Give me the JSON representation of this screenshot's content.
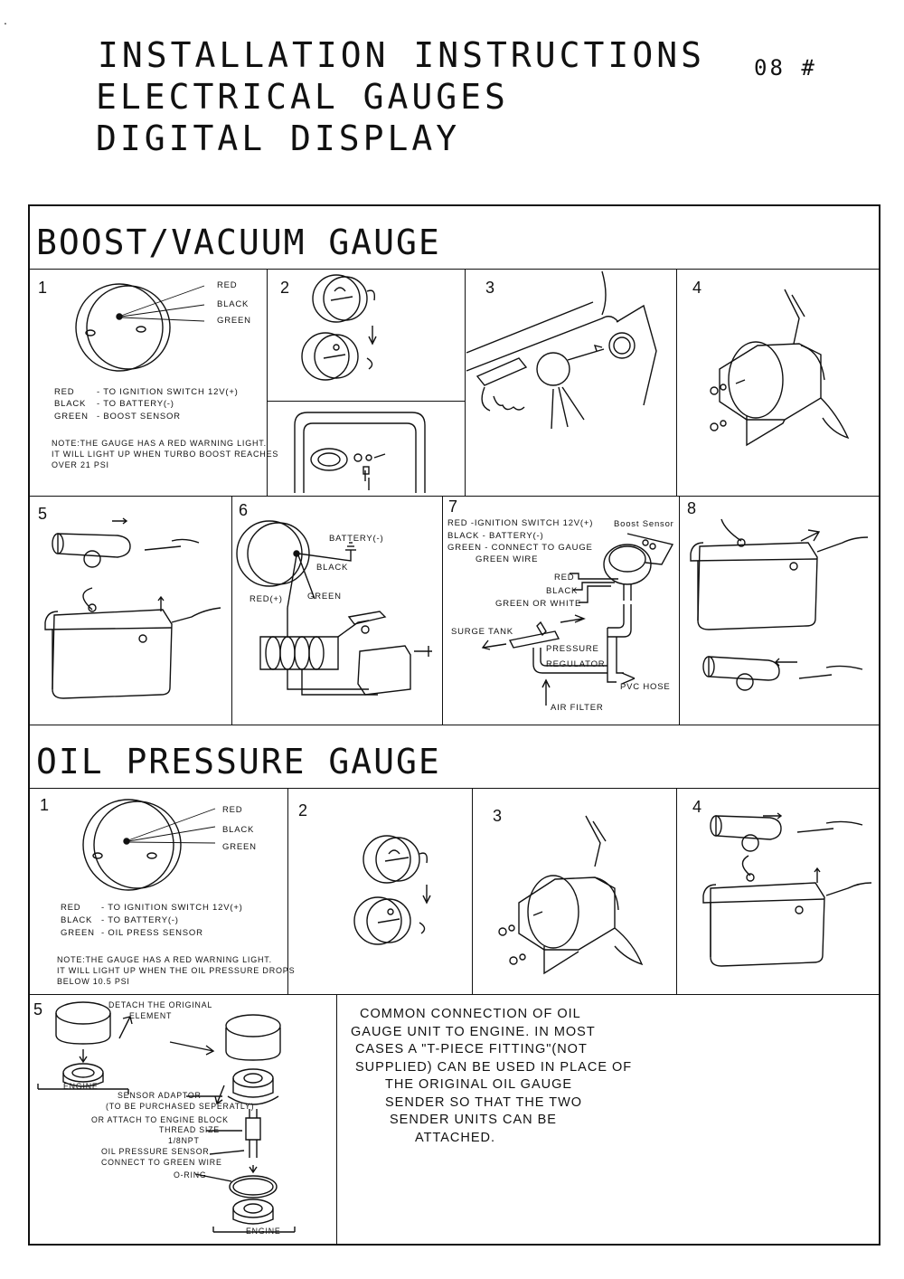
{
  "corner_mark": ".",
  "header": {
    "line1": "INSTALLATION   INSTRUCTIONS",
    "line2": "ELECTRICAL   GAUGES",
    "line3": "DIGITAL  DISPLAY",
    "page_number": "08 #"
  },
  "boost": {
    "title": "BOOST/VACUUM GAUGE",
    "step1": {
      "num": "1",
      "wire_labels": [
        "RED",
        "BLACK",
        "GREEN"
      ],
      "legend": [
        {
          "color": "RED",
          "desc": "- TO IGNITION SWITCH 12V(+)"
        },
        {
          "color": "BLACK",
          "desc": "- TO BATTERY(-)"
        },
        {
          "color": "GREEN",
          "desc": "- BOOST SENSOR"
        }
      ],
      "note": [
        "NOTE:THE GAUGE HAS A RED WARNING LIGHT.",
        "IT WILL LIGHT UP WHEN TURBO BOOST REACHES",
        "OVER 21 PSI"
      ]
    },
    "step2": {
      "num": "2"
    },
    "step3": {
      "num": "3"
    },
    "step4": {
      "num": "4"
    },
    "step5": {
      "num": "5"
    },
    "step6": {
      "num": "6",
      "battery": "BATTERY(-)",
      "black": "BLACK",
      "red": "RED(+)",
      "green": "GREEN"
    },
    "step7": {
      "num": "7",
      "lines": [
        "RED -IGNITION SWITCH 12V(+)",
        "BLACK -  BATTERY(-)",
        "GREEN - CONNECT TO GAUGE",
        "GREEN WIRE"
      ],
      "boost_sensor": "Boost Sensor",
      "red": "RED",
      "black": "BLACK",
      "green_white": "GREEN OR WHITE",
      "surge_tank": "SURGE TANK",
      "pressure": "PRESSURE",
      "regulator": "REGULATOR",
      "pvc_hose": "PVC HOSE",
      "air_filter": "AIR FILTER"
    },
    "step8": {
      "num": "8"
    }
  },
  "oil": {
    "title": "OIL PRESSURE GAUGE",
    "step1": {
      "num": "1",
      "wire_labels": [
        "RED",
        "BLACK",
        "GREEN"
      ],
      "legend": [
        {
          "color": "RED",
          "desc": "- TO IGNITION SWITCH 12V(+)"
        },
        {
          "color": "BLACK",
          "desc": "- TO BATTERY(-)"
        },
        {
          "color": "GREEN",
          "desc": "- OIL PRESS SENSOR"
        }
      ],
      "note": [
        "NOTE:THE GAUGE HAS A RED WARNING LIGHT.",
        "IT WILL LIGHT UP WHEN THE OIL PRESSURE DROPS",
        "BELOW 10.5 PSI"
      ]
    },
    "step2": {
      "num": "2"
    },
    "step3": {
      "num": "3"
    },
    "step4": {
      "num": "4"
    },
    "step5": {
      "num": "5",
      "detach1": "DETACH THE ORIGINAL",
      "detach2": "ELEMENT",
      "engine": "ENGINE",
      "adaptor1": "SENSOR ADAPTOR",
      "adaptor2": "(TO BE PURCHASED SEPERATLY)",
      "attach": "OR ATTACH TO ENGINE BLOCK",
      "thread1": "THREAD SIZE",
      "thread2": "1/8NPT",
      "sensor1": "OIL PRESSURE SENSOR",
      "sensor2": "CONNECT TO GREEN WIRE",
      "oring": "O-RING",
      "engine2": "ENGINE"
    },
    "common": [
      "COMMON CONNECTION OF OIL",
      "GAUGE UNIT TO ENGINE. IN MOST",
      "CASES A \"T-PIECE FITTING\"(NOT",
      "SUPPLIED) CAN BE USED IN PLACE OF",
      "THE ORIGINAL OIL GAUGE",
      "SENDER SO THAT THE TWO",
      "SENDER UNITS CAN BE",
      "ATTACHED."
    ]
  }
}
